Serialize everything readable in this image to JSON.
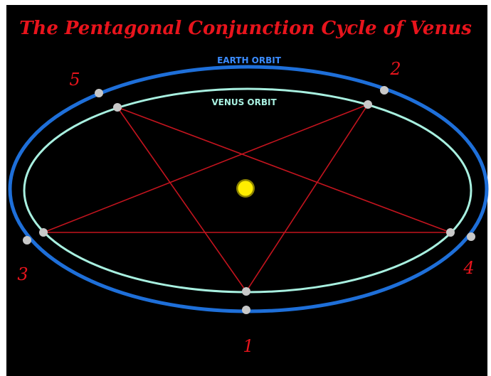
{
  "title": "The Pentagonal Conjunction Cycle of Venus",
  "earth_orbit_label": "EARTH ORBIT",
  "venus_orbit_label": "VENUS ORBIT",
  "conjunction_labels": [
    "1",
    "2",
    "3",
    "4",
    "5"
  ],
  "colors": {
    "background": "#000000",
    "title": "#e8141c",
    "earth_orbit": "#1e6fd9",
    "earth_label": "#3b8cff",
    "venus_orbit": "#a8f0e0",
    "pentagram": "#c4141e",
    "sun": "#ffee00",
    "planet_marker": "#c8c8c8",
    "number": "#e8141c"
  },
  "icons": {
    "sun": "sun-icon",
    "planet": "planet-marker-icon"
  }
}
